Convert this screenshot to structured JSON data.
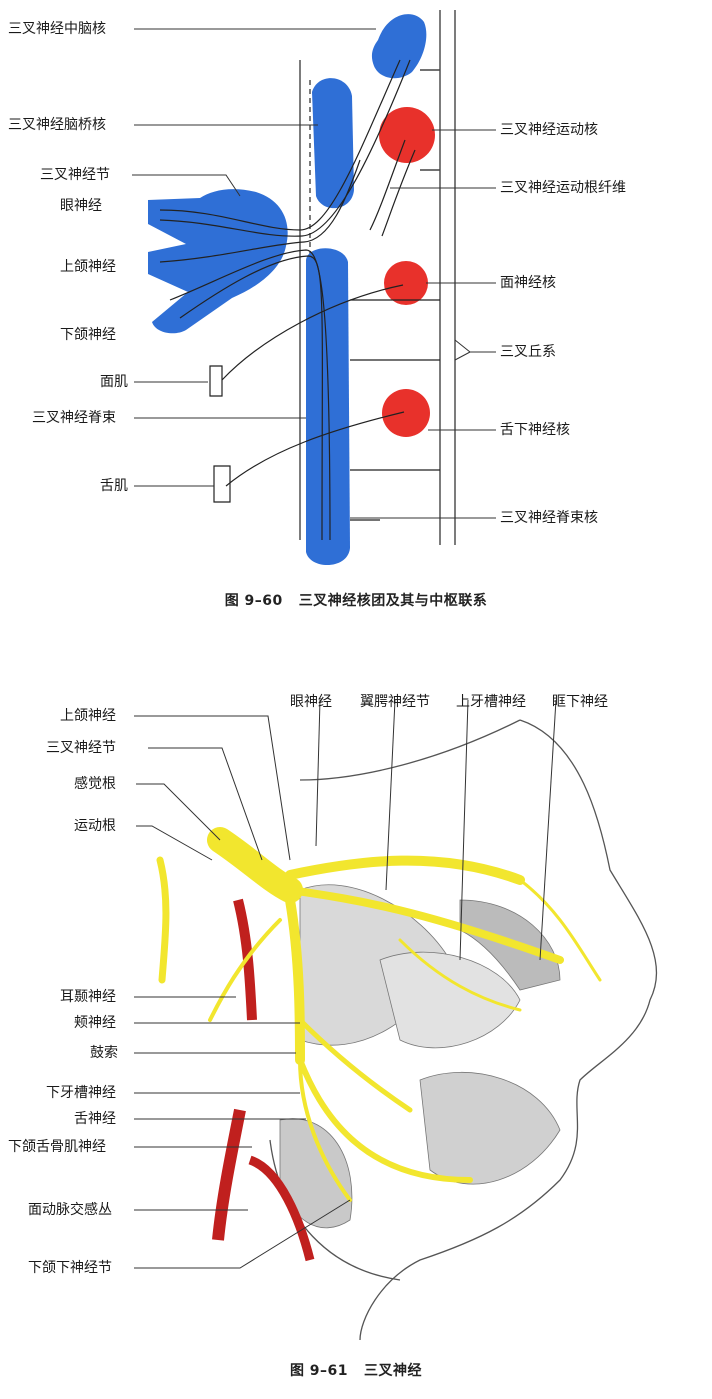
{
  "fig60": {
    "caption_num": "图 9–60",
    "caption_text": "三叉神经核团及其与中枢联系",
    "labels_left": [
      "三叉神经中脑核",
      "三叉神经脑桥核",
      "三叉神经节",
      "眼神经",
      "上颌神经",
      "下颌神经",
      "面肌",
      "三叉神经脊束",
      "舌肌"
    ],
    "labels_right": [
      "三叉神经运动核",
      "三叉神经运动根纤维",
      "面神经核",
      "三叉丘系",
      "舌下神经核",
      "三叉神经脊束核"
    ]
  },
  "fig61": {
    "caption_num": "图 9–61",
    "caption_text": "三叉神经",
    "labels_top": [
      "眼神经",
      "翼腭神经节",
      "上牙槽神经",
      "眶下神经"
    ],
    "labels_left": [
      "上颌神经",
      "三叉神经节",
      "感觉根",
      "运动根",
      "耳颞神经",
      "颊神经",
      "鼓索",
      "下牙槽神经",
      "舌神经",
      "下颌舌骨肌神经",
      "面动脉交感丛",
      "下颌下神经节"
    ]
  },
  "colors": {
    "sensory_nuclei": "#2f6fd6",
    "motor_nuclei": "#e8312b",
    "nerve": "#f2e62e",
    "artery": "#c0201e",
    "line": "#333333"
  }
}
